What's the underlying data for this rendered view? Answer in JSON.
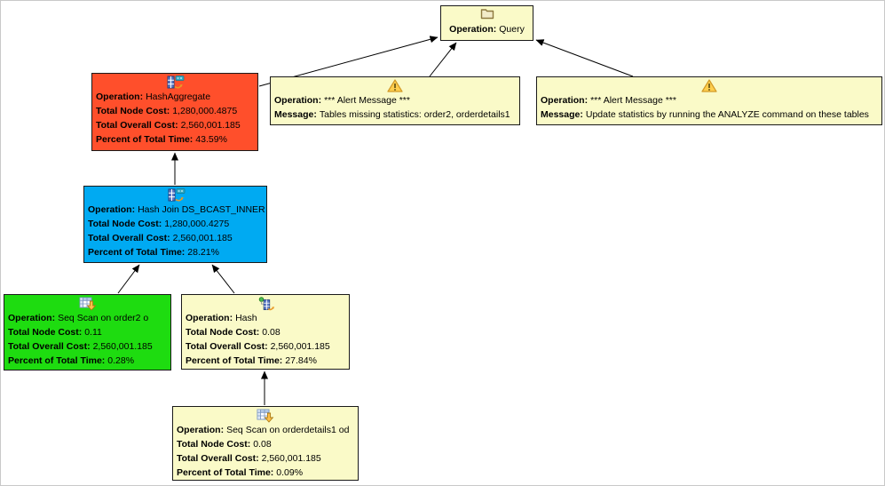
{
  "diagram": {
    "kind": "query-execution-plan-tree",
    "colors": {
      "node_default_bg": "#fafac8",
      "node_critical_bg": "#ff4f2b",
      "node_hot_bg": "#00aaf2",
      "node_fast_bg": "#1edc10",
      "edge": "#000000"
    }
  },
  "nodes": {
    "query": {
      "icon": "folder-icon",
      "fields": [
        {
          "label": "Operation:",
          "value": "Query"
        }
      ]
    },
    "hash_aggregate": {
      "icon": "aggregate-icon",
      "fields": [
        {
          "label": "Operation:",
          "value": "HashAggregate"
        },
        {
          "label": "Total Node Cost:",
          "value": "1,280,000.4875"
        },
        {
          "label": "Total Overall Cost:",
          "value": "2,560,001.185"
        },
        {
          "label": "Percent of Total Time:",
          "value": "43.59%"
        }
      ]
    },
    "alert_missing_stats": {
      "icon": "warning-icon",
      "fields": [
        {
          "label": "Operation:",
          "value": "*** Alert Message ***"
        },
        {
          "label": "Message:",
          "value": "Tables missing statistics: order2, orderdetails1"
        }
      ]
    },
    "alert_analyze": {
      "icon": "warning-icon",
      "fields": [
        {
          "label": "Operation:",
          "value": "*** Alert Message ***"
        },
        {
          "label": "Message:",
          "value": "Update statistics by running the ANALYZE command on these tables"
        }
      ]
    },
    "hash_join": {
      "icon": "join-icon",
      "fields": [
        {
          "label": "Operation:",
          "value": "Hash Join DS_BCAST_INNER"
        },
        {
          "label": "Total Node Cost:",
          "value": "1,280,000.4275"
        },
        {
          "label": "Total Overall Cost:",
          "value": "2,560,001.185"
        },
        {
          "label": "Percent of Total Time:",
          "value": "28.21%"
        }
      ]
    },
    "seq_scan_order2": {
      "icon": "table-scan-icon",
      "fields": [
        {
          "label": "Operation:",
          "value": "Seq Scan on order2 o"
        },
        {
          "label": "Total Node Cost:",
          "value": "0.11"
        },
        {
          "label": "Total Overall Cost:",
          "value": "2,560,001.185"
        },
        {
          "label": "Percent of Total Time:",
          "value": "0.28%"
        }
      ]
    },
    "hash": {
      "icon": "hash-icon",
      "fields": [
        {
          "label": "Operation:",
          "value": "Hash"
        },
        {
          "label": "Total Node Cost:",
          "value": "0.08"
        },
        {
          "label": "Total Overall Cost:",
          "value": "2,560,001.185"
        },
        {
          "label": "Percent of Total Time:",
          "value": "27.84%"
        }
      ]
    },
    "seq_scan_orderdetails1": {
      "icon": "table-scan-icon",
      "fields": [
        {
          "label": "Operation:",
          "value": "Seq Scan on orderdetails1 od"
        },
        {
          "label": "Total Node Cost:",
          "value": "0.08"
        },
        {
          "label": "Total Overall Cost:",
          "value": "2,560,001.185"
        },
        {
          "label": "Percent of Total Time:",
          "value": "0.09%"
        }
      ]
    }
  },
  "edges": [
    {
      "from": "hash-aggregate",
      "to": "query"
    },
    {
      "from": "alert-missing-stats",
      "to": "query"
    },
    {
      "from": "alert-analyze",
      "to": "query"
    },
    {
      "from": "hash-join",
      "to": "hash-aggregate"
    },
    {
      "from": "seq-scan-order2",
      "to": "hash-join"
    },
    {
      "from": "hash",
      "to": "hash-join"
    },
    {
      "from": "seq-scan-orderdetails1",
      "to": "hash"
    }
  ]
}
